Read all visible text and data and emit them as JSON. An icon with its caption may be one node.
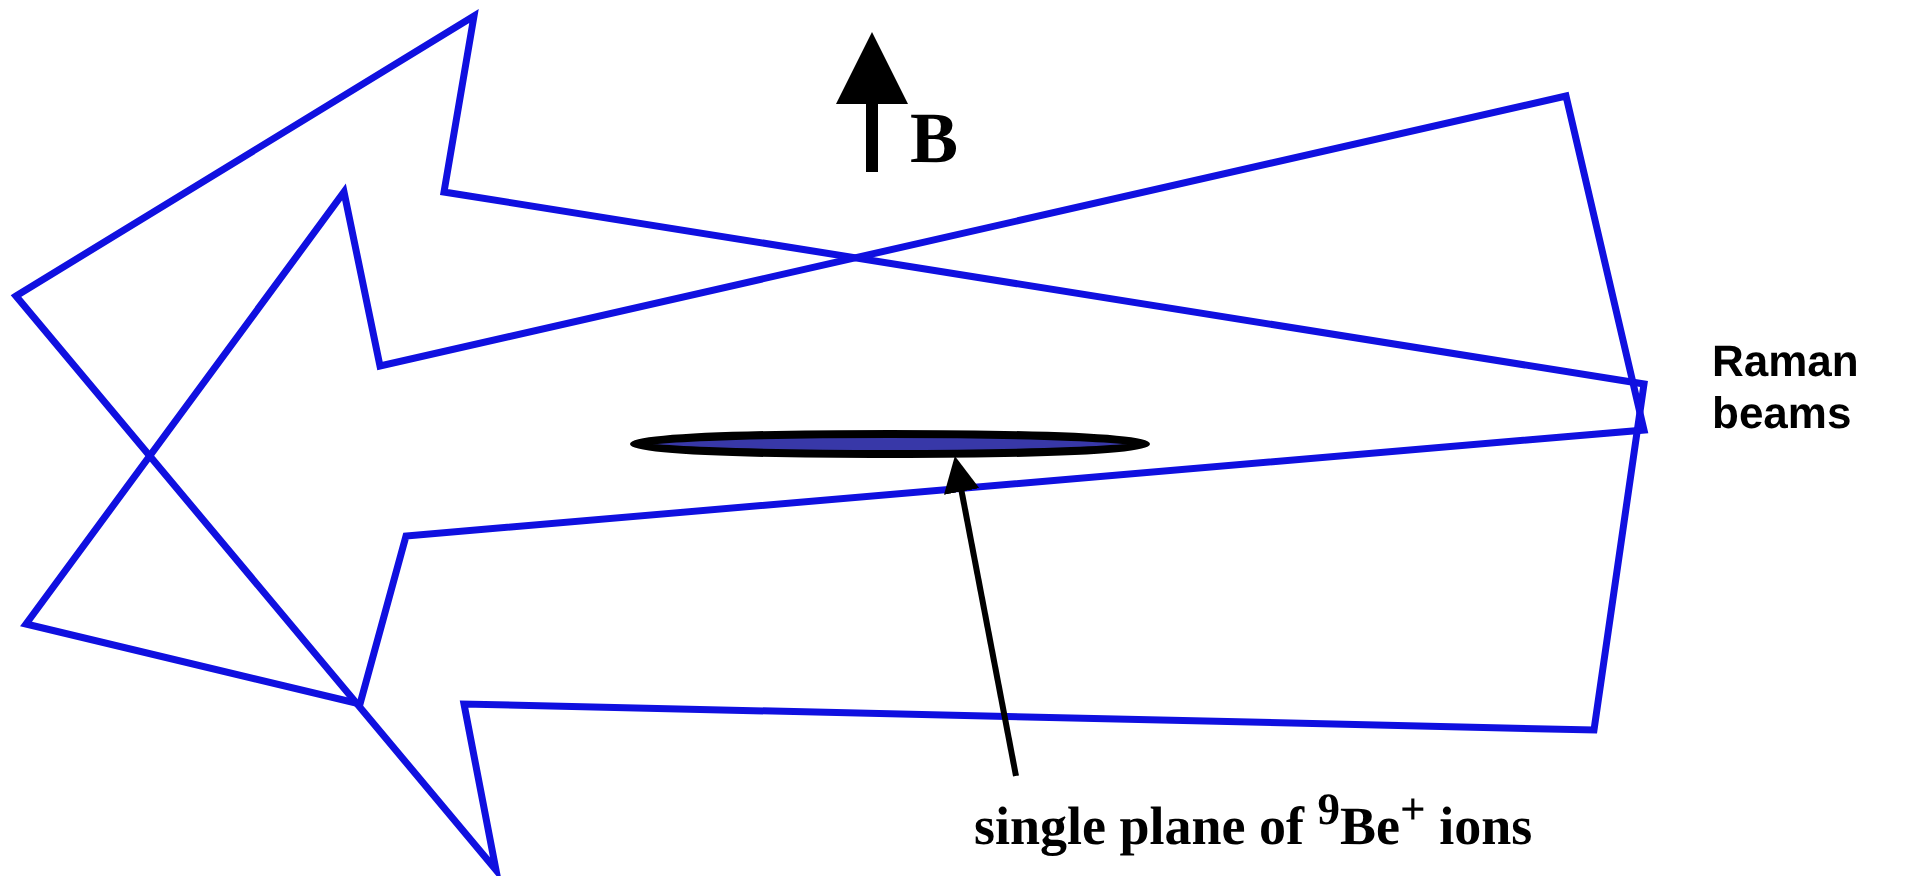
{
  "diagram": {
    "nodes": [
      {
        "text": [
          "single plane of $^{9}$Be$^{+}$ ions"
        ]
      },
      {
        "text": [],
        "shape": "ellipse"
      }
    ],
    "edges": [
      {
        "from": 0,
        "to": 1,
        "arrow": "to"
      }
    ],
    "labels": [
      "B",
      "Raman beams"
    ]
  }
}
